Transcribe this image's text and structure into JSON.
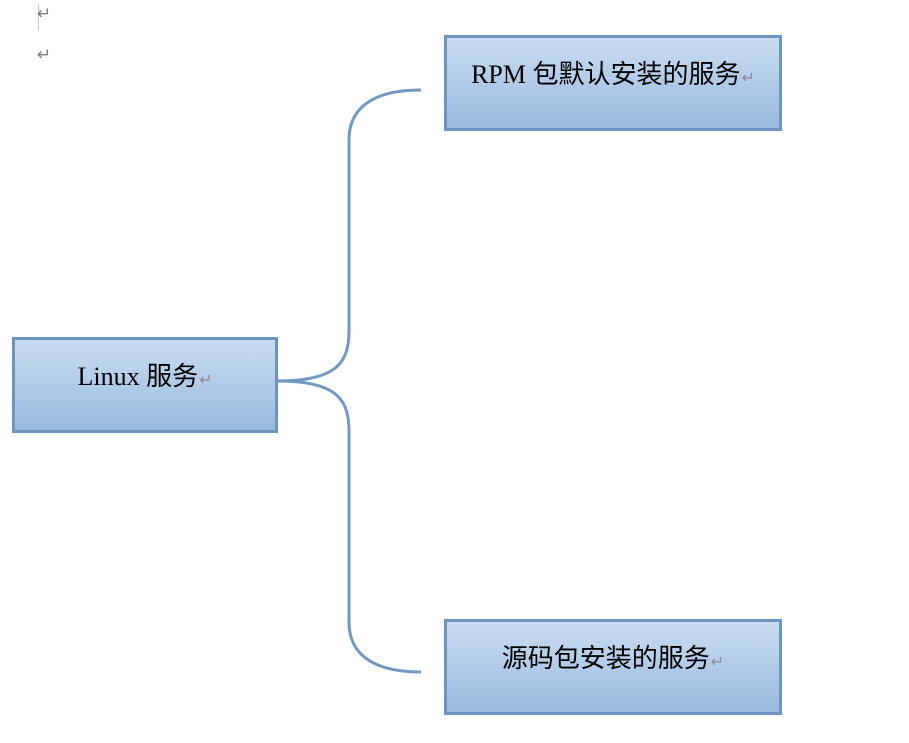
{
  "paragraph_marks": [
    "↵",
    "↵"
  ],
  "diagram": {
    "root": {
      "label": "Linux 服务",
      "return_mark": "↵"
    },
    "children": [
      {
        "label": "RPM 包默认安装的服务",
        "return_mark": "↵"
      },
      {
        "label": "源码包安装的服务",
        "return_mark": "↵"
      }
    ]
  },
  "colors": {
    "node_border": "#6e95c0",
    "node_fill_top": "#c9dcf0",
    "node_fill_bottom": "#9ab9de",
    "connector": "#7399c2",
    "paragraph_mark": "#7f7f7f"
  }
}
